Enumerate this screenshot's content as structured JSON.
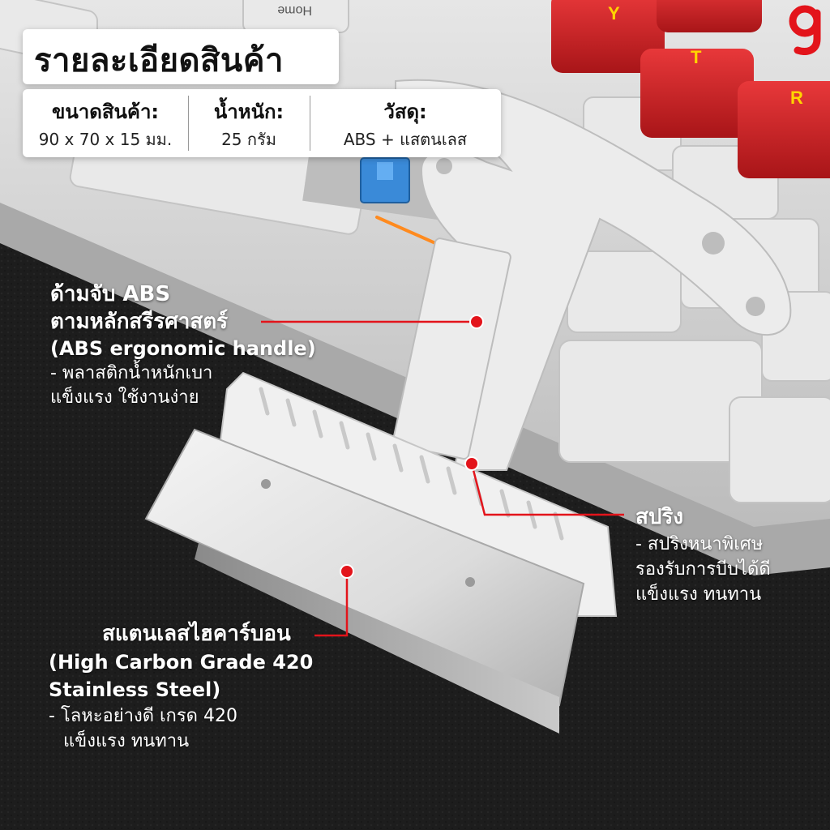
{
  "title": "รายละเอียดสินค้า",
  "specs": [
    {
      "label": "ขนาดสินค้า:",
      "value": "90 x 70 x 15 มม."
    },
    {
      "label": "น้ำหนัก:",
      "value": "25 กรัม"
    },
    {
      "label": "วัสดุ:",
      "value": "ABS + แสตนเลส"
    }
  ],
  "keycaps": {
    "home": "Home",
    "y": "Y",
    "t": "T",
    "r": "R"
  },
  "callouts": {
    "handle": {
      "line1": "ด้ามจับ ABS",
      "line2": "ตามหลักสรีรศาสตร์",
      "line3": "(ABS ergonomic handle)",
      "bullet1": "- พลาสติกน้ำหนักเบา",
      "bullet2": "แข็งแรง ใช้งานง่าย"
    },
    "spring": {
      "title": "สปริง",
      "bullet1": "- สปริงหนาพิเศษ",
      "bullet2": "รองรับการบีบได้ดี",
      "bullet3": "แข็งแรง ทนทาน"
    },
    "steel": {
      "line1": "สแตนเลสไฮคาร์บอน",
      "line2": "(High Carbon Grade 420",
      "line3": "Stainless Steel)",
      "bullet1": "- โลหะอย่างดี เกรด 420",
      "bullet2": "แข็งแรง ทนทาน"
    }
  },
  "colors": {
    "accent_red": "#e3141b",
    "keycap_red": "#d9262a",
    "leather": "#1c1c1c",
    "keyboard": "#d8d8d8",
    "switch_blue": "#3a8ad8"
  },
  "logo_icon": "g-brand-logo"
}
